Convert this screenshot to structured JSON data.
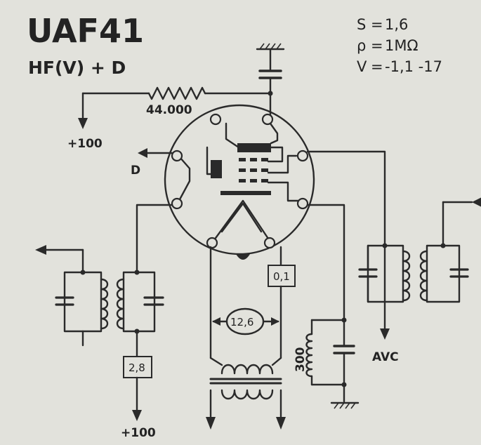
{
  "tube": {
    "type": "UAF41",
    "function": "HF(V) + D"
  },
  "params": [
    {
      "symbol": "S",
      "value": "1,6"
    },
    {
      "symbol": "ρ",
      "value": "1MΩ"
    },
    {
      "symbol": "V",
      "value": "-1,1 -17"
    }
  ],
  "labels": {
    "grid_resistor": "44.000",
    "plus100_left": "+100",
    "plus100_bottom": "+100",
    "diode_out": "D",
    "avc": "AVC",
    "heater_voltage": "12,6",
    "heater_cap": "0,1",
    "screen_cap": "2,8",
    "cathode_resistor": "300"
  },
  "colors": {
    "paper": "#e2e2dc",
    "ink": "#2a2a2a"
  }
}
